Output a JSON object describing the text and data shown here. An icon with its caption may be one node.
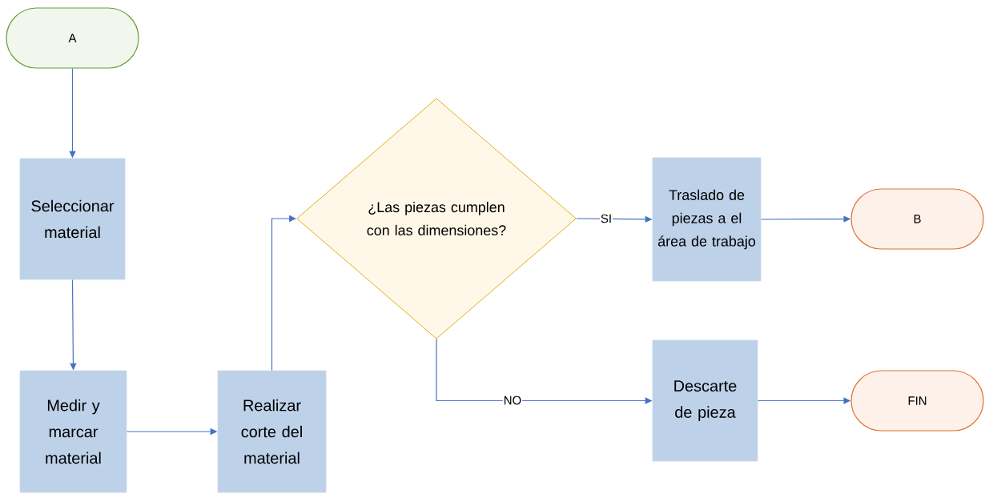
{
  "diagram": {
    "nodes": [
      {
        "text": [
          "A"
        ]
      },
      {
        "text": [
          "Seleccionar material"
        ]
      },
      {
        "text": [
          "Medir y marcar material"
        ]
      },
      {
        "text": [
          "Realizar corte del material"
        ]
      },
      {
        "text": [
          "¿Las piezas cumplen con las dimensiones?"
        ]
      },
      {
        "text": [
          "Traslado de piezas a el área de trabajo"
        ]
      },
      {
        "text": [
          "Descarte de pieza"
        ]
      },
      {
        "text": [
          "B"
        ]
      },
      {
        "text": [
          "FIN"
        ]
      }
    ],
    "edges": [
      {
        "from": 0,
        "to": 1,
        "arrow": "to"
      },
      {
        "from": 1,
        "to": 2,
        "arrow": "to"
      },
      {
        "from": 2,
        "to": 3,
        "arrow": "to"
      },
      {
        "from": 3,
        "to": 4,
        "arrow": "to"
      },
      {
        "from": 4,
        "to": 5,
        "arrow": "to",
        "label": "SI"
      },
      {
        "from": 4,
        "to": 6,
        "arrow": "to",
        "label": "NO"
      },
      {
        "from": 5,
        "to": 7,
        "arrow": "to"
      },
      {
        "from": 6,
        "to": 8,
        "arrow": "to"
      }
    ]
  }
}
